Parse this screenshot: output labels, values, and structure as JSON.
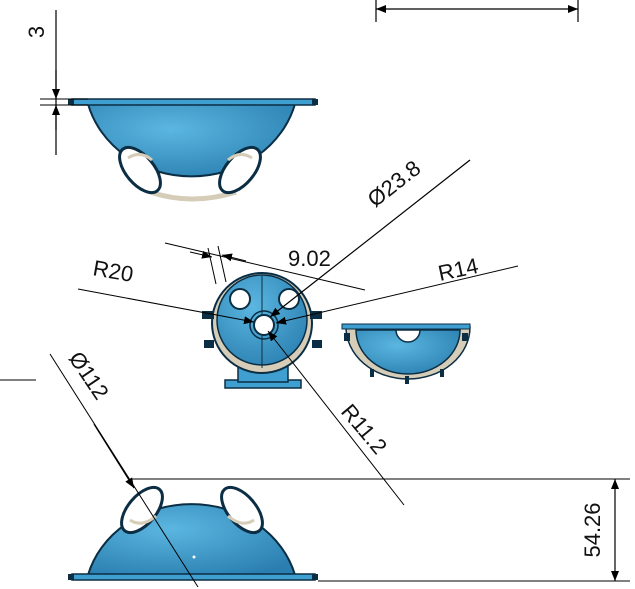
{
  "colors": {
    "part_fill": "#3f9fd0",
    "part_fill_dark": "#2a7fb0",
    "part_edge": "#0b2e44",
    "rim": "#d6cdb8",
    "line": "#000000",
    "highlight": "#8fd0ee"
  },
  "dimensions": {
    "top_width_label": "",
    "flange_thickness": "3",
    "hole_diameter": "Ø23.8",
    "slot_width": "9.02",
    "radius_left": "R20",
    "radius_right": "R14",
    "radius_center": "R11.2",
    "sphere_diameter": "Ø112",
    "height": "54.26"
  },
  "views": {
    "top_view": "dome-elevation-top",
    "center_view": "dome-plan-with-base",
    "right_view": "dome-section",
    "bottom_view": "dome-elevation-bottom"
  }
}
